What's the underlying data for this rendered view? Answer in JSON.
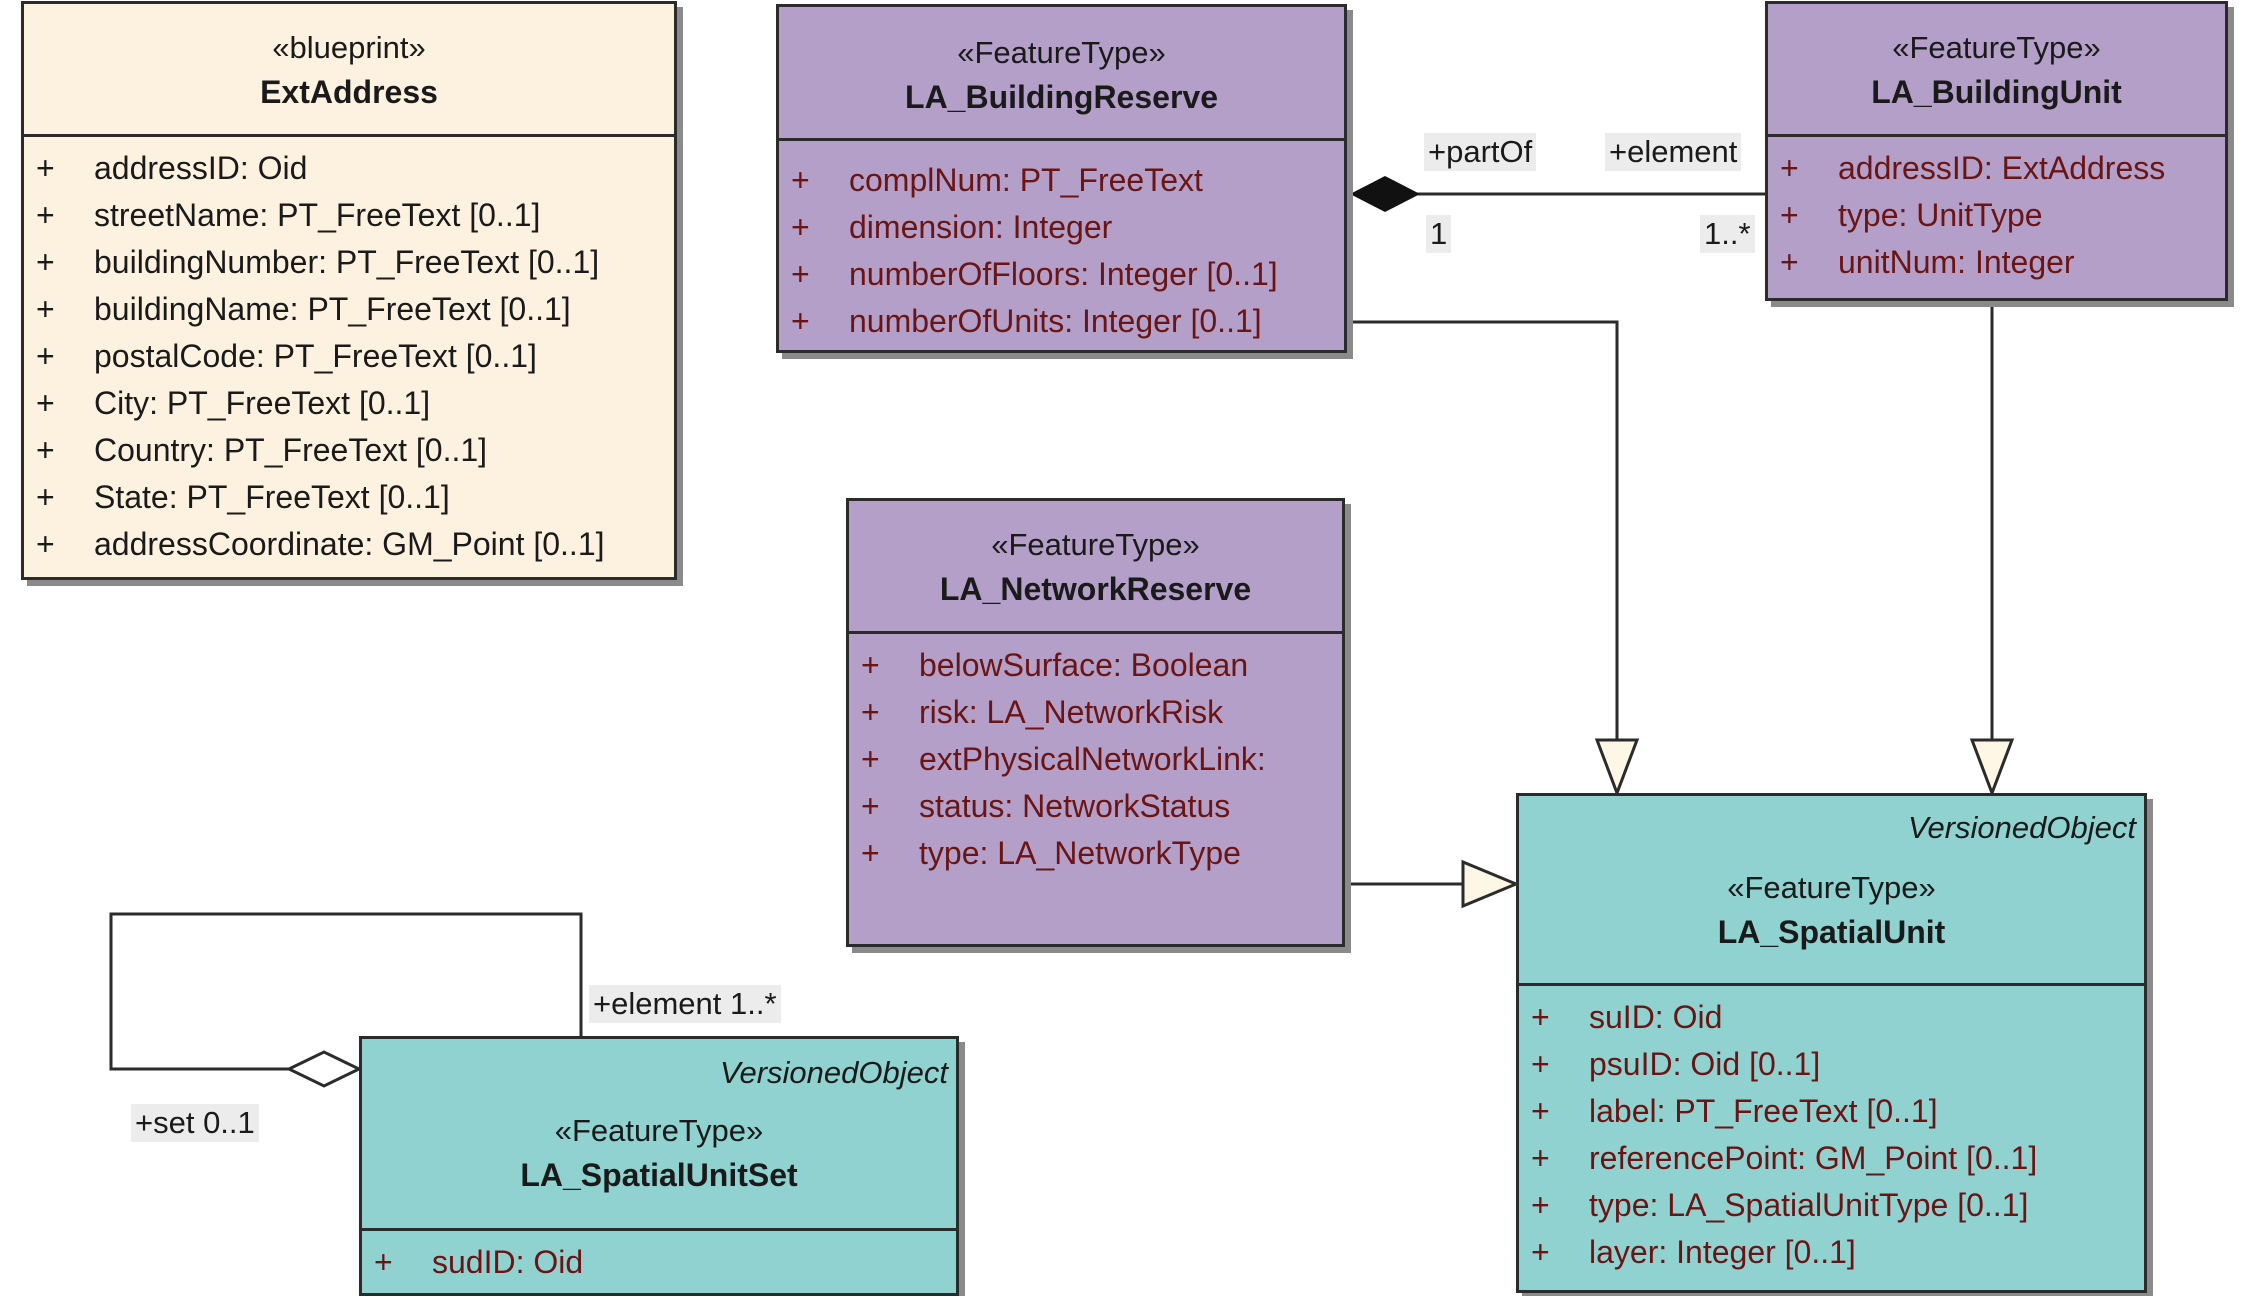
{
  "classes": {
    "ext_address": {
      "stereotype": "«blueprint»",
      "name": "ExtAddress",
      "attributes": [
        {
          "vis": "+",
          "text": "addressID:  Oid"
        },
        {
          "vis": "+",
          "text": "streetName:  PT_FreeText [0..1]"
        },
        {
          "vis": "+",
          "text": "buildingNumber:  PT_FreeText [0..1]"
        },
        {
          "vis": "+",
          "text": "buildingName:  PT_FreeText [0..1]"
        },
        {
          "vis": "+",
          "text": "postalCode:  PT_FreeText [0..1]"
        },
        {
          "vis": "+",
          "text": "City:  PT_FreeText [0..1]"
        },
        {
          "vis": "+",
          "text": "Country:  PT_FreeText [0..1]"
        },
        {
          "vis": "+",
          "text": "State:  PT_FreeText [0..1]"
        },
        {
          "vis": "+",
          "text": "addressCoordinate:  GM_Point [0..1]"
        }
      ]
    },
    "building_reserve": {
      "stereotype": "«FeatureType»",
      "name": "LA_BuildingReserve",
      "attributes": [
        {
          "vis": "+",
          "text": "complNum:  PT_FreeText"
        },
        {
          "vis": "+",
          "text": "dimension:  Integer"
        },
        {
          "vis": "+",
          "text": "numberOfFloors:  Integer [0..1]"
        },
        {
          "vis": "+",
          "text": "numberOfUnits:  Integer [0..1]"
        }
      ]
    },
    "building_unit": {
      "stereotype": "«FeatureType»",
      "name": "LA_BuildingUnit",
      "attributes": [
        {
          "vis": "+",
          "text": "addressID:  ExtAddress"
        },
        {
          "vis": "+",
          "text": "type:  UnitType"
        },
        {
          "vis": "+",
          "text": "unitNum:  Integer"
        }
      ]
    },
    "network_reserve": {
      "stereotype": "«FeatureType»",
      "name": "LA_NetworkReserve",
      "attributes": [
        {
          "vis": "+",
          "text": "belowSurface:  Boolean"
        },
        {
          "vis": "+",
          "text": "risk:  LA_NetworkRisk"
        },
        {
          "vis": "+",
          "text": "extPhysicalNetworkLink:"
        },
        {
          "vis": "+",
          "text": "status:  NetworkStatus"
        },
        {
          "vis": "+",
          "text": "type:  LA_NetworkType"
        }
      ]
    },
    "spatial_unit": {
      "parent": "VersionedObject",
      "stereotype": "«FeatureType»",
      "name": "LA_SpatialUnit",
      "attributes": [
        {
          "vis": "+",
          "text": "suID:  Oid"
        },
        {
          "vis": "+",
          "text": "psuID:  Oid [0..1]"
        },
        {
          "vis": "+",
          "text": "label:  PT_FreeText [0..1]"
        },
        {
          "vis": "+",
          "text": "referencePoint:  GM_Point [0..1]"
        },
        {
          "vis": "+",
          "text": "type:  LA_SpatialUnitType [0..1]"
        },
        {
          "vis": "+",
          "text": "layer:  Integer [0..1]"
        }
      ]
    },
    "spatial_unit_set": {
      "parent": "VersionedObject",
      "stereotype": "«FeatureType»",
      "name": "LA_SpatialUnitSet",
      "attributes": [
        {
          "vis": "+",
          "text": "sudID:  Oid"
        }
      ]
    }
  },
  "associations": {
    "part_of_role": "+partOf",
    "part_of_mult": "1",
    "element_role": "+element",
    "element_mult": "1..*",
    "set_element_label": "+element 1..*",
    "set_label": "+set 0..1"
  },
  "colors": {
    "blueprint_fill": "#fdf1e0",
    "feature_fill": "#b39fc8",
    "versioned_fill": "#8fd2d0",
    "attribute_text": "#6b1414"
  }
}
